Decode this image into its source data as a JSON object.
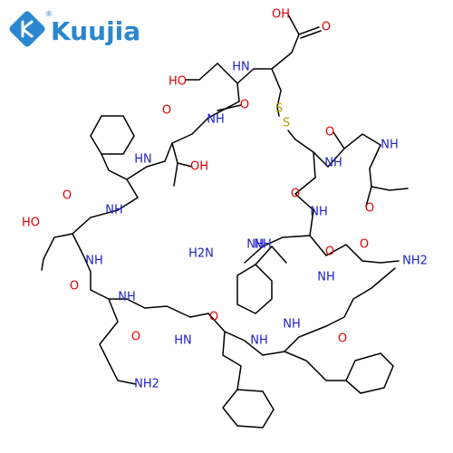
{
  "brand": {
    "name": "Kuujia",
    "registered_mark": "®",
    "color": "#2a87cf"
  },
  "structure": {
    "atom_colors": {
      "O": "#e00000",
      "N": "#2020c8",
      "S": "#b8a000",
      "C": "#000000"
    },
    "labels": [
      "OH",
      "O",
      "HN",
      "HO",
      "O",
      "NH",
      "O",
      "S",
      "S",
      "O",
      "NH",
      "HN",
      "OH",
      "O",
      "NH",
      "NH",
      "O",
      "HO",
      "O",
      "NH",
      "H2N",
      "O",
      "NH",
      "NH",
      "O",
      "NH2",
      "O",
      "NH",
      "NH",
      "O",
      "NH",
      "HN",
      "O",
      "NH",
      "O",
      "NH2",
      "NH"
    ]
  }
}
